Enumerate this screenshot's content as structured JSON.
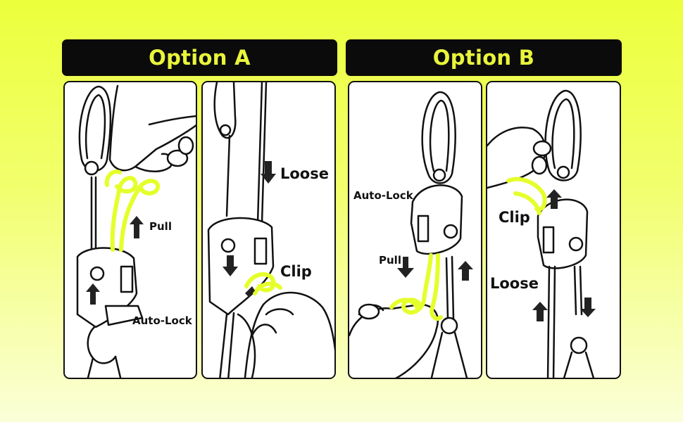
{
  "headers": {
    "option_a": "Option A",
    "option_b": "Option B"
  },
  "panel1": {
    "pull": "Pull",
    "auto_lock": "Auto-Lock"
  },
  "panel2": {
    "loose": "Loose",
    "clip": "Clip"
  },
  "panel3": {
    "auto_lock": "Auto-Lock",
    "pull": "Pull"
  },
  "panel4": {
    "clip": "Clip",
    "loose": "Loose"
  },
  "colors": {
    "background": "#ecff3c",
    "header_bg": "#0b0b0b",
    "header_text": "#e9f53a",
    "highlight": "#e4ff2a",
    "line": "#111111"
  }
}
